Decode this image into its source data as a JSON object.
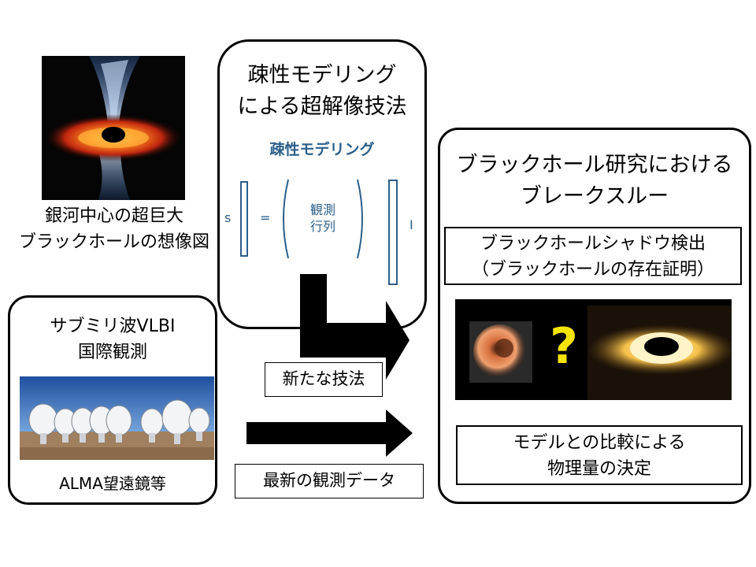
{
  "bh_image": {
    "caption_line1": "銀河中心の超巨大",
    "caption_line2": "ブラックホールの想像図"
  },
  "vlbi": {
    "title_line1": "サブミリ波VLBI",
    "title_line2": "国際観測",
    "photo_caption": "ALMA望遠鏡等"
  },
  "sparse": {
    "title_line1": "疎性モデリング",
    "title_line2": "による超解像技法",
    "subtitle": "疎性モデリング",
    "eq_s": "s",
    "eq_equals": "=",
    "matrix_line1": "観測",
    "matrix_line2": "行列",
    "eq_i": "I"
  },
  "labels": {
    "new_technique": "新たな技法",
    "latest_data": "最新の観測データ"
  },
  "breakthrough": {
    "title_line1": "ブラックホール研究における",
    "title_line2": "ブレークスルー",
    "shadow_line1": "ブラックホールシャドウ検出",
    "shadow_line2": "（ブラックホールの存在証明）",
    "question_mark": "?",
    "model_line1": "モデルとの比較による",
    "model_line2": "物理量の決定"
  },
  "colors": {
    "matrix_blue": "#2c5f8a",
    "question_yellow": "#f5e400"
  }
}
